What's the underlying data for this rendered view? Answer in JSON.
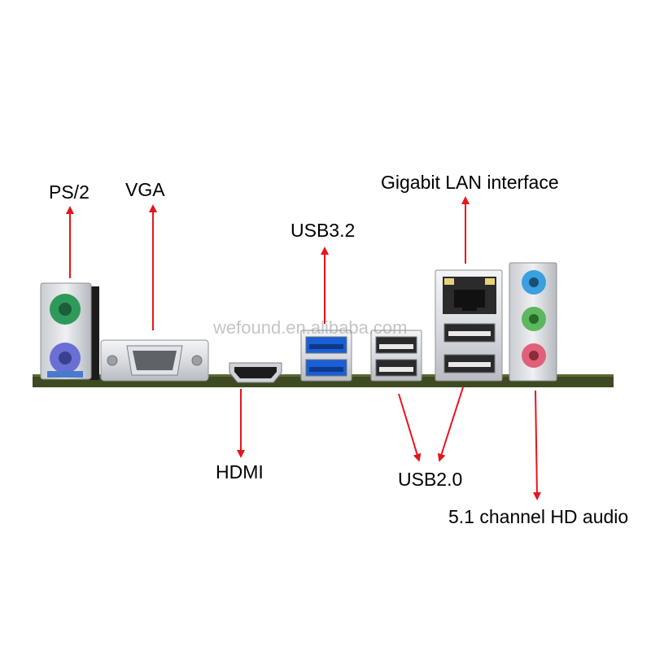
{
  "labels": {
    "ps2": "PS/2",
    "vga": "VGA",
    "usb32": "USB3.2",
    "gigabit_lan": "Gigabit LAN interface",
    "hdmi": "HDMI",
    "usb20": "USB2.0",
    "audio": "5.1 channel HD audio"
  },
  "watermark": "wefound.en.alibaba.com",
  "colors": {
    "arrow": "#e8141c",
    "ps2_keyboard": "#2e9a5a",
    "ps2_mouse": "#6a6fd4",
    "usb3_blue": "#1a5fd6",
    "audio_blue": "#3aa0e0",
    "audio_green": "#5cb85c",
    "audio_pink": "#e0607a",
    "pcb": "#3d4a22"
  }
}
